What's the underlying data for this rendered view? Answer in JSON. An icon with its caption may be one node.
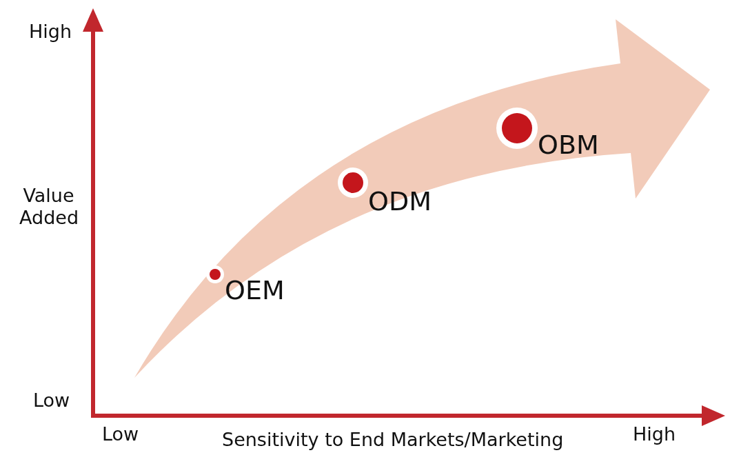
{
  "diagram": {
    "nodes": [
      {
        "text": [
          "OEM"
        ]
      },
      {
        "text": [
          "ODM"
        ]
      },
      {
        "text": [
          "OBM"
        ]
      }
    ],
    "labels": [
      "High",
      "Value Added",
      "Low",
      "Low",
      "Sensitivity to End Markets/Marketing",
      "High"
    ]
  }
}
